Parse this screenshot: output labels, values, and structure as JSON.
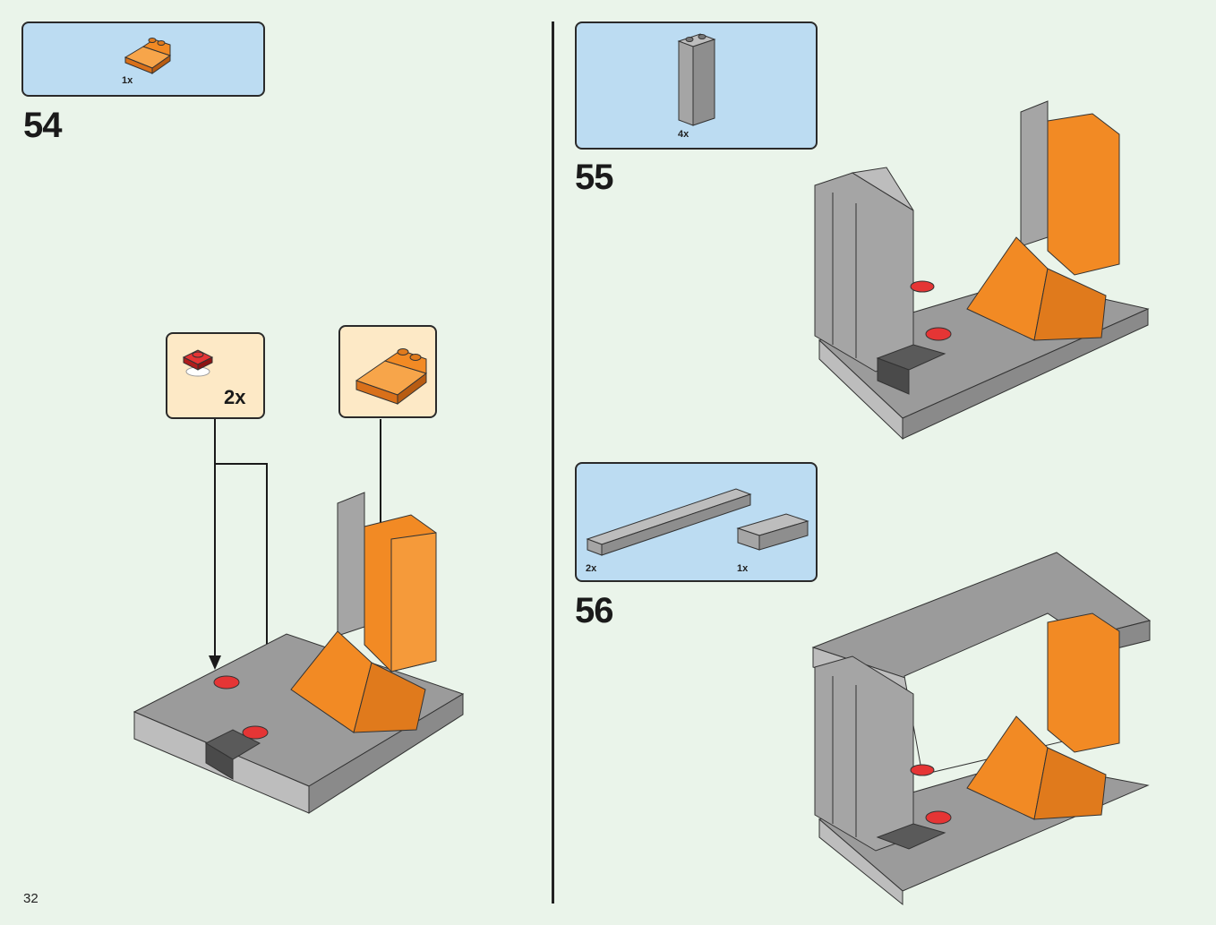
{
  "page": {
    "number": "32"
  },
  "steps": [
    {
      "number": "54",
      "parts": [
        {
          "qty": "1x",
          "icon": "orange-slope-brick-icon"
        }
      ],
      "callouts": [
        {
          "qty": "2x",
          "icon": "red-button-plate-icon"
        },
        {
          "qty": "",
          "icon": "orange-slope-brick-icon"
        }
      ]
    },
    {
      "number": "55",
      "parts": [
        {
          "qty": "4x",
          "icon": "grey-tall-brick-icon"
        }
      ]
    },
    {
      "number": "56",
      "parts": [
        {
          "qty": "2x",
          "icon": "grey-long-plate-icon"
        },
        {
          "qty": "1x",
          "icon": "grey-2x4-plate-icon"
        }
      ]
    }
  ],
  "colors": {
    "background": "#eaf4ea",
    "parts_box": "#bcdcf2",
    "callout": "#fde9c6",
    "orange": "#f28a24",
    "grey": "#a9a9a9",
    "dark_grey": "#555555",
    "red": "#d42020"
  }
}
